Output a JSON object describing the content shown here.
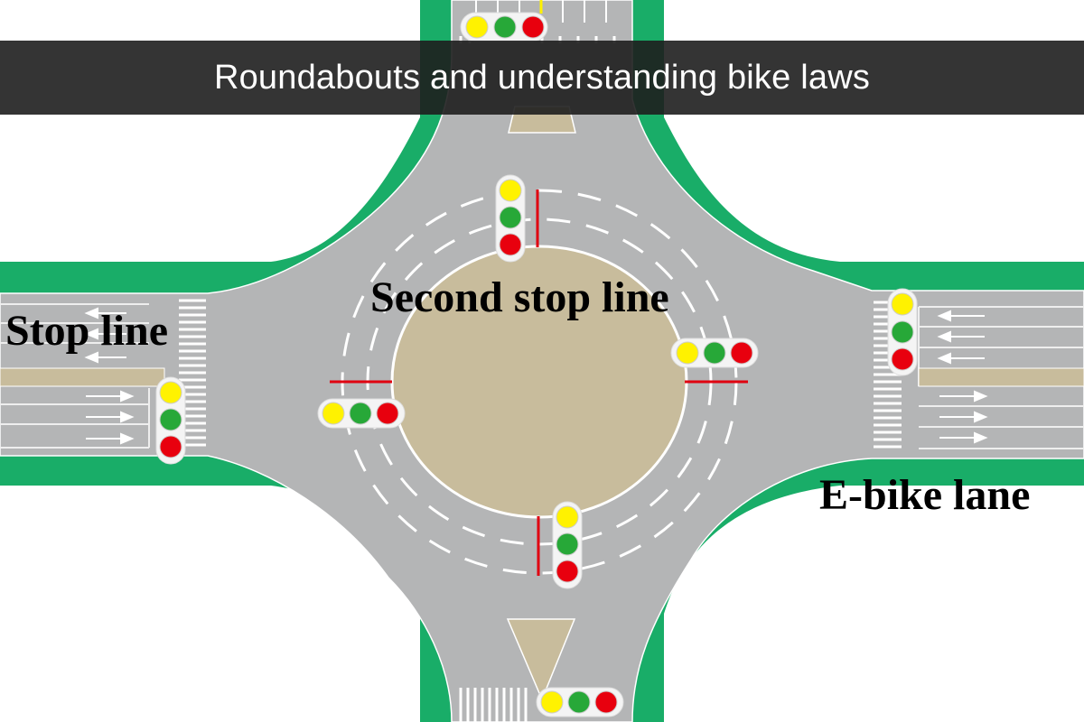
{
  "header": {
    "title": "Roundabouts and understanding bike laws"
  },
  "diagram": {
    "labels": {
      "stop_line": "Stop line",
      "second_stop_line": "Second stop line",
      "ebike_lane": "E-bike lane"
    },
    "colors": {
      "road": "#b4b5b6",
      "verge": "#19ad68",
      "island": "#c8bc9c",
      "lane_marking": "#ffffff",
      "stop_line_red": "#e00010",
      "signal_yellow": "#fff200",
      "signal_green": "#27a838",
      "signal_red": "#e8000e",
      "background": "#ffffff"
    },
    "traffic_signals": [
      {
        "position": "north-entry",
        "orientation": "horizontal",
        "lights": [
          "yellow",
          "green",
          "red"
        ]
      },
      {
        "position": "ring-north",
        "orientation": "vertical",
        "lights": [
          "yellow",
          "green",
          "red"
        ]
      },
      {
        "position": "ring-east",
        "orientation": "horizontal",
        "lights": [
          "yellow",
          "green",
          "red"
        ]
      },
      {
        "position": "ring-west",
        "orientation": "horizontal",
        "lights": [
          "yellow",
          "green",
          "red"
        ]
      },
      {
        "position": "ring-south",
        "orientation": "vertical",
        "lights": [
          "yellow",
          "green",
          "red"
        ]
      },
      {
        "position": "west-entry",
        "orientation": "vertical",
        "lights": [
          "yellow",
          "green",
          "red"
        ]
      },
      {
        "position": "east-entry",
        "orientation": "vertical",
        "lights": [
          "yellow",
          "green",
          "red"
        ]
      },
      {
        "position": "south-entry",
        "orientation": "horizontal",
        "lights": [
          "yellow",
          "green",
          "red"
        ]
      }
    ],
    "approaches": [
      {
        "direction": "west",
        "inbound_lanes": 3,
        "outbound_lanes": 3
      },
      {
        "direction": "east",
        "inbound_lanes": 3,
        "outbound_lanes": 3
      },
      {
        "direction": "north"
      },
      {
        "direction": "south"
      }
    ]
  }
}
